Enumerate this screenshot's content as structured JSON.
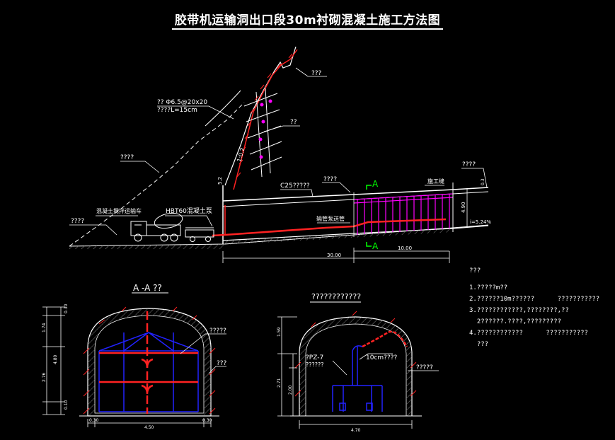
{
  "title": "胶带机运输洞出口段30m衬砌混凝土施工方法图",
  "profile": {
    "label_slope_pipe": "?? Φ6.5@20x20",
    "label_slope_len": "????L=15cm",
    "label_bolt": "??",
    "label_grass": "???",
    "label_slope_surface": "????",
    "label_slope_ratio": "1:0.2",
    "label_c25": "C25?????",
    "label_lining": "????",
    "label_construction_joint": "施工缝",
    "label_top_right": "????",
    "label_section_mark": "A",
    "label_truck": "混凝土搅拌运输车",
    "label_pump": "HBT60混凝土泵",
    "label_pipe": "输管泵送管",
    "label_ground": "????",
    "label_gradient": "i=5.24%",
    "dim_30": "30.00",
    "dim_10": "10.00",
    "dim_height": "4.90",
    "dim_left": "5.2",
    "dim_small": "0.3"
  },
  "section_aa": {
    "title": "A -A ??",
    "label_formwork": "?????",
    "label_lining": "???",
    "dim_top": "0.30",
    "dim_upper": "1.74",
    "dim_mid": "4.80",
    "dim_lower": "2.76",
    "dim_bottom": "0.10",
    "dim_width": "4.50",
    "dim_side_left": "0.30",
    "dim_side_right": "0.30"
  },
  "section_pump": {
    "title": "????????????",
    "label_pump": "?PZ-7",
    "label_pump2": "??????",
    "label_pipe": "10cm????",
    "label_wall": "?????",
    "dim_top": "1.59",
    "dim_mid": "2.71",
    "dim_low": "2.00",
    "dim_width": "4.70"
  },
  "notes": {
    "head": "???",
    "items": [
      "1.?????m??",
      "2.??????10m??????      ???????????",
      "3.????????????,????????,??",
      "  2??????.????,?????????",
      "4.????????????      ???????????",
      "  ???"
    ]
  }
}
